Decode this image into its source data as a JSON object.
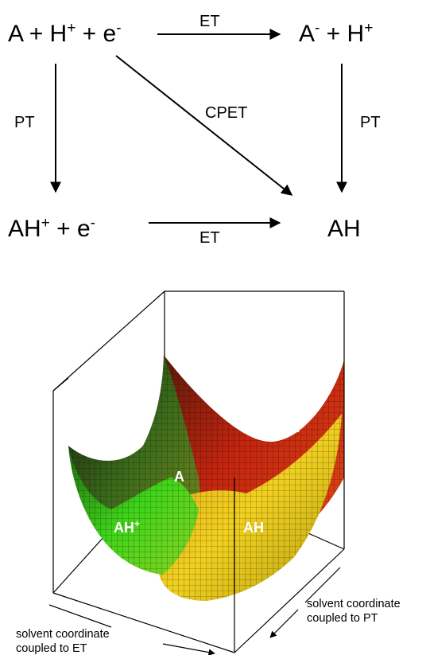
{
  "scheme": {
    "top_left": {
      "main": "A + H",
      "sup1": "+",
      "mid": " + e",
      "sup2": "-"
    },
    "top_right": {
      "main": "A",
      "sup1": "-",
      "mid": " + H",
      "sup2": "+"
    },
    "bottom_left": {
      "main": "AH",
      "sup1": "+",
      "mid": " + e",
      "sup2": "-"
    },
    "bottom_right": {
      "main": "AH"
    },
    "arrows": {
      "et_top": "ET",
      "et_bottom": "ET",
      "pt_left": "PT",
      "pt_right": "PT",
      "cpet": "CPET"
    }
  },
  "surface_plot": {
    "surfaces": {
      "A": {
        "main": "A",
        "sup": ""
      },
      "A_minus": {
        "main": "A",
        "sup": "-"
      },
      "AH_plus": {
        "main": "AH",
        "sup": "+"
      },
      "AH": {
        "main": "AH",
        "sup": ""
      }
    },
    "colors": {
      "A": "#2a2a14",
      "A_minus": "#d42a10",
      "AH_plus": "#3fd41a",
      "AH": "#e8d21a"
    },
    "axis_left": {
      "line1": "solvent coordinate",
      "line2": "coupled to ET"
    },
    "axis_right": {
      "line1": "solvent coordinate",
      "line2": "coupled to PT"
    }
  }
}
